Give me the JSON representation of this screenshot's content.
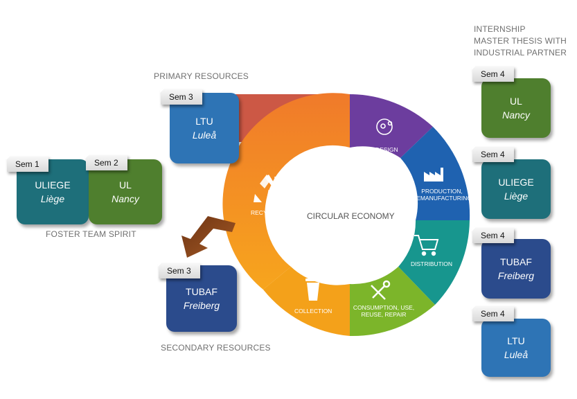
{
  "captions": {
    "internship": [
      "INTERNSHIP",
      "MASTER THESIS WITH",
      "INDUSTRIAL PARTNER"
    ],
    "primary": "PRIMARY RESOURCES",
    "secondary": "SECONDARY RESOURCES",
    "foster": "FOSTER TEAM SPIRIT"
  },
  "center": "CIRCULAR ECONOMY",
  "recycling": {
    "line1": "LTU",
    "line2": "Luleå",
    "label": "RECYCLING"
  },
  "segments": {
    "design": "DESIGN",
    "production": [
      "PRODUCTION,",
      "REMANUFACTURING"
    ],
    "distribution": "DISTRIBUTION",
    "consumption": [
      "CONSUMPTION, USE,",
      "REUSE, REPAIR"
    ],
    "collection": "COLLECTION"
  },
  "cards": [
    {
      "sem": "Sem 1",
      "name": "ULIEGE",
      "city": "Liège",
      "color": "#1e6f7a"
    },
    {
      "sem": "Sem 2",
      "name": "UL",
      "city": "Nancy",
      "color": "#4f7f2e"
    },
    {
      "sem": "Sem 3",
      "name": "LTU",
      "city": "Luleå",
      "color": "#2e74b5"
    },
    {
      "sem": "Sem 3",
      "name": "TUBAF",
      "city": "Freiberg",
      "color": "#2b4b8c"
    },
    {
      "sem": "Sem 4",
      "name": "UL",
      "city": "Nancy",
      "color": "#4f7f2e"
    },
    {
      "sem": "Sem 4",
      "name": "ULIEGE",
      "city": "Liège",
      "color": "#1e6f7a"
    },
    {
      "sem": "Sem 4",
      "name": "TUBAF",
      "city": "Freiberg",
      "color": "#2b4b8c"
    },
    {
      "sem": "Sem 4",
      "name": "LTU",
      "city": "Luleå",
      "color": "#2e74b5"
    }
  ],
  "colors": {
    "design": "#6c3d9e",
    "production": "#1f62b0",
    "distribution": "#17968e",
    "consumption": "#7cb52a",
    "collection": "#f4a11a",
    "recycling": "#f28a1e",
    "primary_arrow": "#c94f3b",
    "secondary_arrow": "#8b4a1f"
  }
}
